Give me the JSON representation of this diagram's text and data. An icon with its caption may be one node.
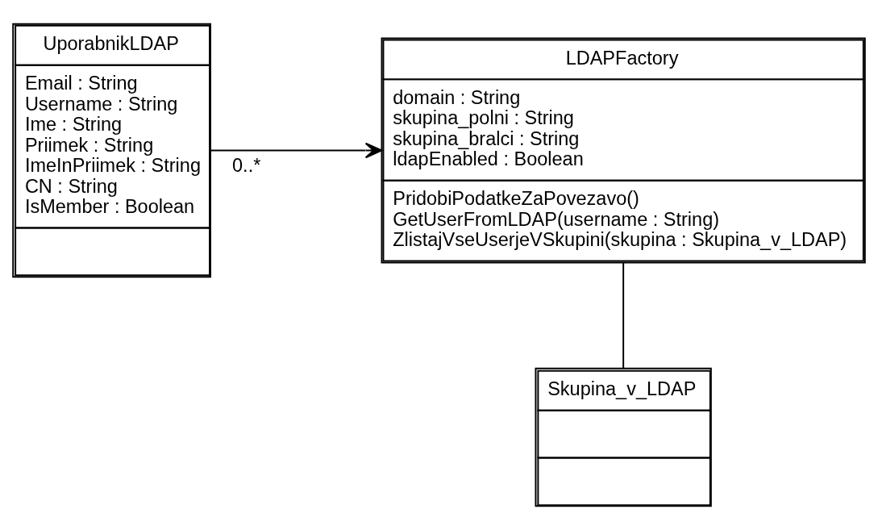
{
  "diagram": {
    "nodes": [
      {
        "text": [
          "LDAPFactory",
          "domain : String",
          "skupina_polni : String",
          "skupina_bralci : String",
          "ldapEnabled : Boolean",
          "PridobiPodatkeZaPovezavo()",
          "GetUserFromLDAP(username : String)",
          "ZlistajVseUserjeVSkupini(skupina : Skupina_v_LDAP)"
        ]
      },
      {
        "text": [
          "UporabnikLDAP",
          "Email : String",
          "Username : String",
          "Ime : String",
          "Priimek : String",
          "ImeInPriimek : String",
          "CN : String",
          "IsMember : Boolean"
        ]
      },
      {
        "text": [
          "Skupina_v_LDAP"
        ]
      }
    ],
    "edges": [
      {
        "from": 1,
        "to": 0,
        "arrow": "to",
        "label": "0..*"
      },
      {
        "from": 0,
        "to": 2,
        "arrow": "none"
      }
    ]
  }
}
